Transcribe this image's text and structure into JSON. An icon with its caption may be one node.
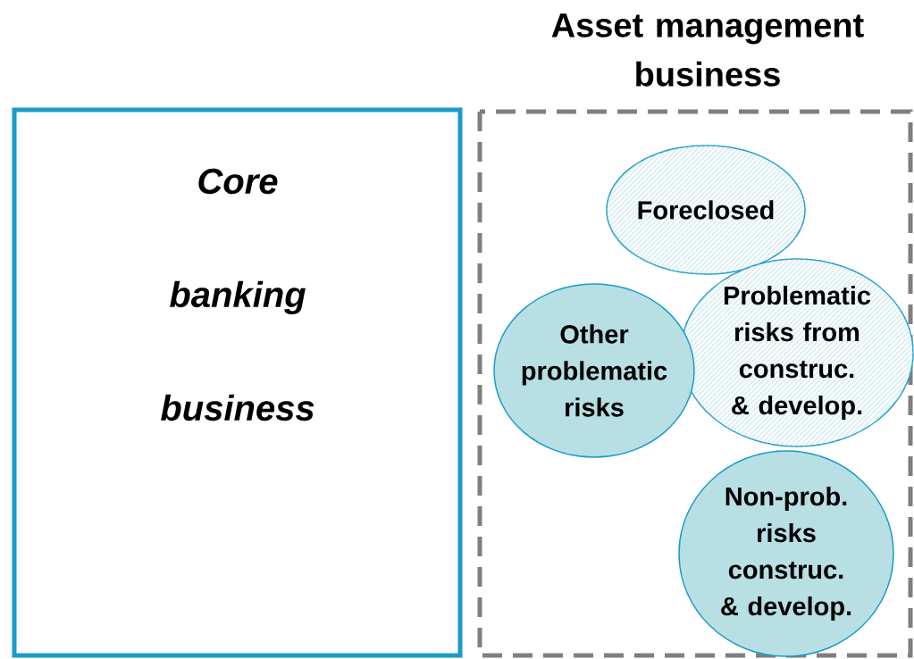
{
  "diagram": {
    "nodes": [
      {
        "text": [
          "Core banking business"
        ]
      },
      {
        "text": [
          "Asset management business"
        ]
      },
      {
        "text": [
          "Foreclosed"
        ],
        "in": 1
      },
      {
        "text": [
          "Other problematic risks"
        ],
        "in": 1
      },
      {
        "text": [
          "Problematic risks from construc. & develop."
        ],
        "in": 1
      },
      {
        "text": [
          "Non-prob. risks construc. & develop."
        ],
        "in": 1
      }
    ]
  }
}
